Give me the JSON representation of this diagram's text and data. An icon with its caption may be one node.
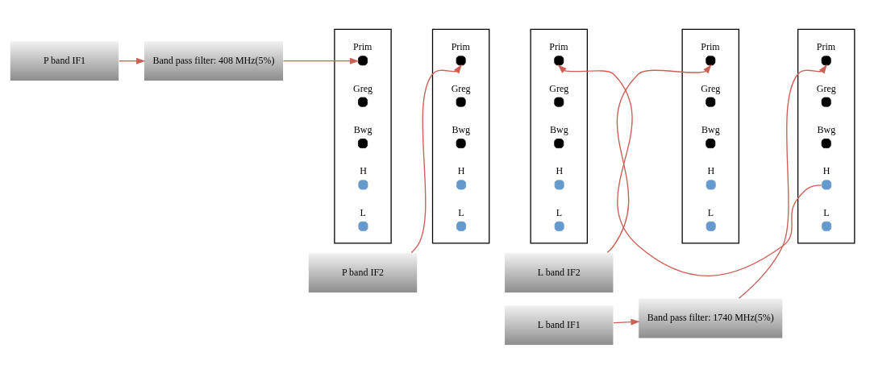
{
  "diagram": {
    "nodes": [
      {
        "text": [
          "P band IF1"
        ]
      },
      {
        "text": [
          "Band pass filter: 408 MHz(5%)"
        ]
      },
      {
        "text": [
          "P band IF2"
        ]
      },
      {
        "text": [
          "L band IF1"
        ]
      },
      {
        "text": [
          "Band pass filter: 1740 MHz(5%)"
        ]
      },
      {
        "text": [
          "L band IF2"
        ]
      },
      {
        "text": [],
        "shape": "box"
      },
      {
        "text": [],
        "shape": "circle",
        "beside": [
          "Prim"
        ],
        "in": 6
      },
      {
        "text": [],
        "shape": "circle",
        "beside": [
          "Greg"
        ],
        "in": 6
      },
      {
        "text": [],
        "shape": "circle",
        "beside": [
          "Bwg"
        ],
        "in": 6
      },
      {
        "text": [],
        "shape": "circle",
        "beside": [
          "H"
        ],
        "in": 6
      },
      {
        "text": [],
        "shape": "circle",
        "beside": [
          "L"
        ],
        "in": 6
      },
      {
        "text": [],
        "shape": "box"
      },
      {
        "text": [],
        "shape": "circle",
        "beside": [
          "Prim"
        ],
        "in": 12
      },
      {
        "text": [],
        "shape": "circle",
        "beside": [
          "Greg"
        ],
        "in": 12
      },
      {
        "text": [],
        "shape": "circle",
        "beside": [
          "Bwg"
        ],
        "in": 12
      },
      {
        "text": [],
        "shape": "circle",
        "beside": [
          "H"
        ],
        "in": 12
      },
      {
        "text": [],
        "shape": "circle",
        "beside": [
          "L"
        ],
        "in": 12
      },
      {
        "text": [],
        "shape": "box"
      },
      {
        "text": [],
        "shape": "circle",
        "beside": [
          "Prim"
        ],
        "in": 18
      },
      {
        "text": [],
        "shape": "circle",
        "beside": [
          "Greg"
        ],
        "in": 18
      },
      {
        "text": [],
        "shape": "circle",
        "beside": [
          "Bwg"
        ],
        "in": 18
      },
      {
        "text": [],
        "shape": "circle",
        "beside": [
          "H"
        ],
        "in": 18
      },
      {
        "text": [],
        "shape": "circle",
        "beside": [
          "L"
        ],
        "in": 18
      },
      {
        "text": [],
        "shape": "box"
      },
      {
        "text": [],
        "shape": "circle",
        "beside": [
          "Prim"
        ],
        "in": 24
      },
      {
        "text": [],
        "shape": "circle",
        "beside": [
          "Greg"
        ],
        "in": 24
      },
      {
        "text": [],
        "shape": "circle",
        "beside": [
          "Bwg"
        ],
        "in": 24
      },
      {
        "text": [],
        "shape": "circle",
        "beside": [
          "H"
        ],
        "in": 24
      },
      {
        "text": [],
        "shape": "circle",
        "beside": [
          "L"
        ],
        "in": 24
      },
      {
        "text": [],
        "shape": "box"
      },
      {
        "text": [],
        "shape": "circle",
        "beside": [
          "Prim"
        ],
        "in": 30
      },
      {
        "text": [],
        "shape": "circle",
        "beside": [
          "Greg"
        ],
        "in": 30
      },
      {
        "text": [],
        "shape": "circle",
        "beside": [
          "Bwg"
        ],
        "in": 30
      },
      {
        "text": [],
        "shape": "circle",
        "beside": [
          "H"
        ],
        "in": 30
      },
      {
        "text": [],
        "shape": "circle",
        "beside": [
          "L"
        ],
        "in": 30
      }
    ],
    "edges": [
      {
        "from": 0,
        "to": 1,
        "arrow": "to"
      },
      {
        "from": 1,
        "to": 7,
        "arrow": "to"
      },
      {
        "from": 2,
        "to": 13,
        "arrow": "to"
      },
      {
        "from": 3,
        "to": 4,
        "arrow": "to"
      },
      {
        "from": 4,
        "to": 31,
        "arrow": "to"
      },
      {
        "from": 5,
        "to": 25,
        "arrow": "to"
      },
      {
        "from": 34,
        "to": 19,
        "arrow": "to"
      }
    ]
  }
}
